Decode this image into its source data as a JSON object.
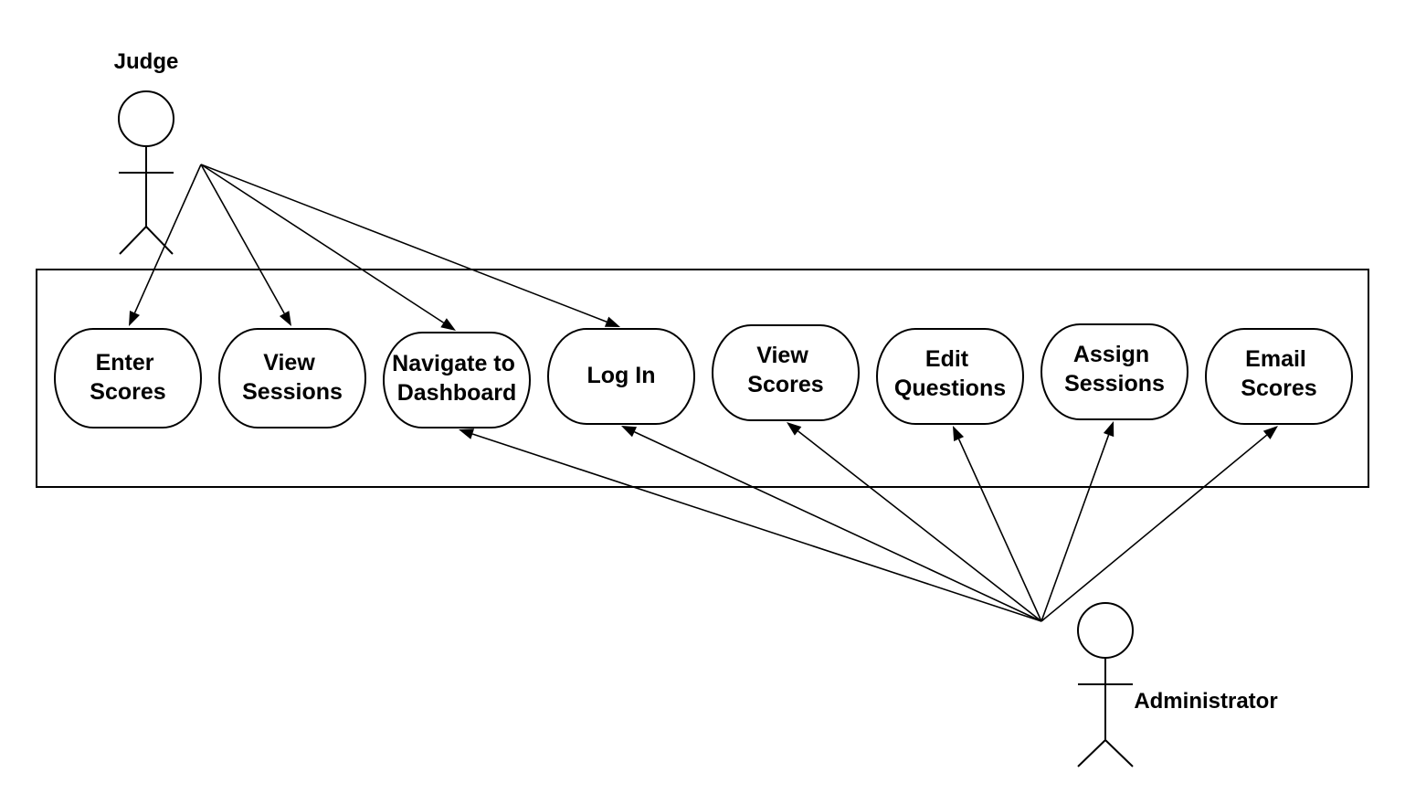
{
  "diagram": {
    "type": "use-case",
    "actors": [
      {
        "id": "judge",
        "label": "Judge"
      },
      {
        "id": "admin",
        "label": "Administrator"
      }
    ],
    "use_cases": [
      {
        "id": "enter-scores",
        "lines": [
          "Enter",
          "Scores"
        ]
      },
      {
        "id": "view-sessions",
        "lines": [
          "View",
          "Sessions"
        ]
      },
      {
        "id": "navigate-to-dashboard",
        "lines": [
          "Navigate to",
          "Dashboard"
        ]
      },
      {
        "id": "log-in",
        "lines": [
          "Log In"
        ]
      },
      {
        "id": "view-scores",
        "lines": [
          "View",
          "Scores"
        ]
      },
      {
        "id": "edit-questions",
        "lines": [
          "Edit",
          "Questions"
        ]
      },
      {
        "id": "assign-sessions",
        "lines": [
          "Assign",
          "Sessions"
        ]
      },
      {
        "id": "email-scores",
        "lines": [
          "Email",
          "Scores"
        ]
      }
    ],
    "associations": [
      {
        "from": "judge",
        "to": "enter-scores"
      },
      {
        "from": "judge",
        "to": "view-sessions"
      },
      {
        "from": "judge",
        "to": "navigate-to-dashboard"
      },
      {
        "from": "judge",
        "to": "log-in"
      },
      {
        "from": "admin",
        "to": "navigate-to-dashboard"
      },
      {
        "from": "admin",
        "to": "log-in"
      },
      {
        "from": "admin",
        "to": "view-scores"
      },
      {
        "from": "admin",
        "to": "edit-questions"
      },
      {
        "from": "admin",
        "to": "assign-sessions"
      },
      {
        "from": "admin",
        "to": "email-scores"
      }
    ],
    "colors": {
      "stroke": "#000000",
      "background": "#ffffff"
    }
  }
}
